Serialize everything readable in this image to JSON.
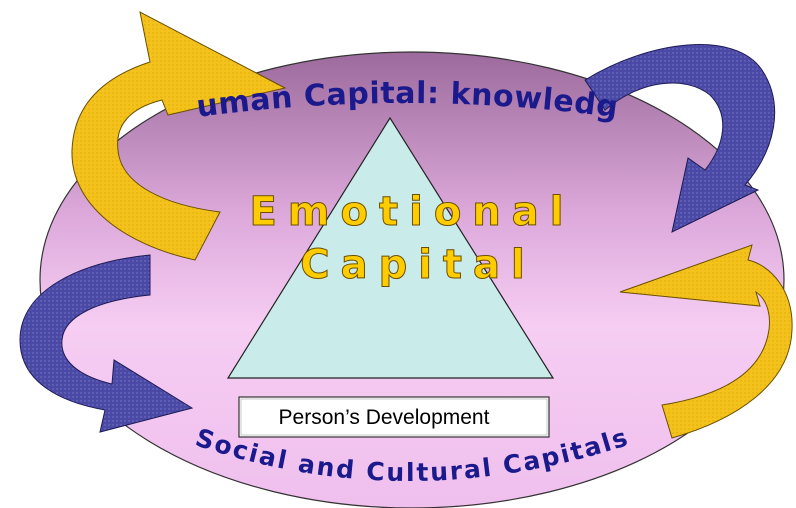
{
  "diagram": {
    "human_capital_label": "Human Capital: knowledge",
    "emotional_line1": "Emotional",
    "emotional_line2": "Capital",
    "person_label": "Person’s Development",
    "social_label": "Social and Cultural Capitals",
    "colors": {
      "ellipse_fill": "#f2c8f0",
      "ellipse_top": "#9c6a9c",
      "triangle_fill": "#c9ecea",
      "text_navy": "#1a1a8c",
      "emotional_fill": "#ffcc00",
      "gold_arrow": "#f4c21c",
      "blue_arrow": "#4b49a6"
    }
  }
}
